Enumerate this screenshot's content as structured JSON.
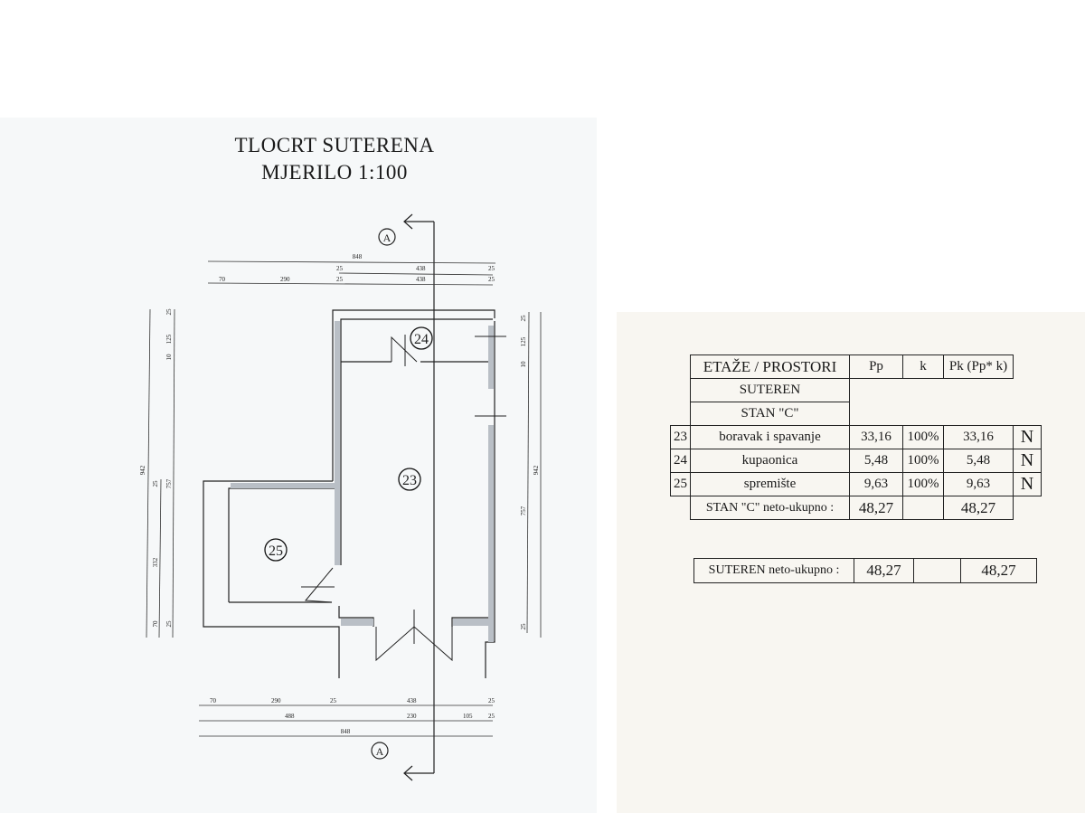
{
  "title": {
    "line1": "TLOCRT SUTERENA",
    "line2": "MJERILO 1:100"
  },
  "section_marker": "A",
  "dimensions": {
    "top": {
      "total": "848",
      "row2": [
        "25",
        "438",
        "25"
      ],
      "row3": [
        "70",
        "290",
        "25",
        "438",
        "25"
      ]
    },
    "bottom": {
      "row1": [
        "70",
        "290",
        "25",
        "438",
        "25"
      ],
      "row2": [
        "488",
        "230",
        "105",
        "25"
      ],
      "total": "848"
    },
    "left": {
      "total": "942",
      "row2": [
        "70",
        "332",
        "25"
      ],
      "row3": [
        "25",
        "125",
        "10",
        "757",
        "25"
      ]
    },
    "right": {
      "row1": [
        "25",
        "125",
        "10",
        "757",
        "25"
      ],
      "total": "942"
    }
  },
  "rooms": [
    "23",
    "24",
    "25"
  ],
  "table": {
    "headers": [
      "ETAŽE / PROSTORI",
      "Pp",
      "k",
      "Pk (Pp* k)"
    ],
    "floor": "SUTEREN",
    "unit": "STAN \"C\"",
    "rows": [
      {
        "no": "23",
        "name": "boravak i spavanje",
        "pp": "33,16",
        "k": "100%",
        "pk": "33,16",
        "flag": "N"
      },
      {
        "no": "24",
        "name": "kupaonica",
        "pp": "5,48",
        "k": "100%",
        "pk": "5,48",
        "flag": "N"
      },
      {
        "no": "25",
        "name": "spremište",
        "pp": "9,63",
        "k": "100%",
        "pk": "9,63",
        "flag": "N"
      }
    ],
    "unit_total": {
      "label": "STAN \"C\" neto-ukupno :",
      "pp": "48,27",
      "pk": "48,27"
    },
    "floor_total": {
      "label": "SUTEREN neto-ukupno :",
      "pp": "48,27",
      "pk": "48,27"
    }
  }
}
